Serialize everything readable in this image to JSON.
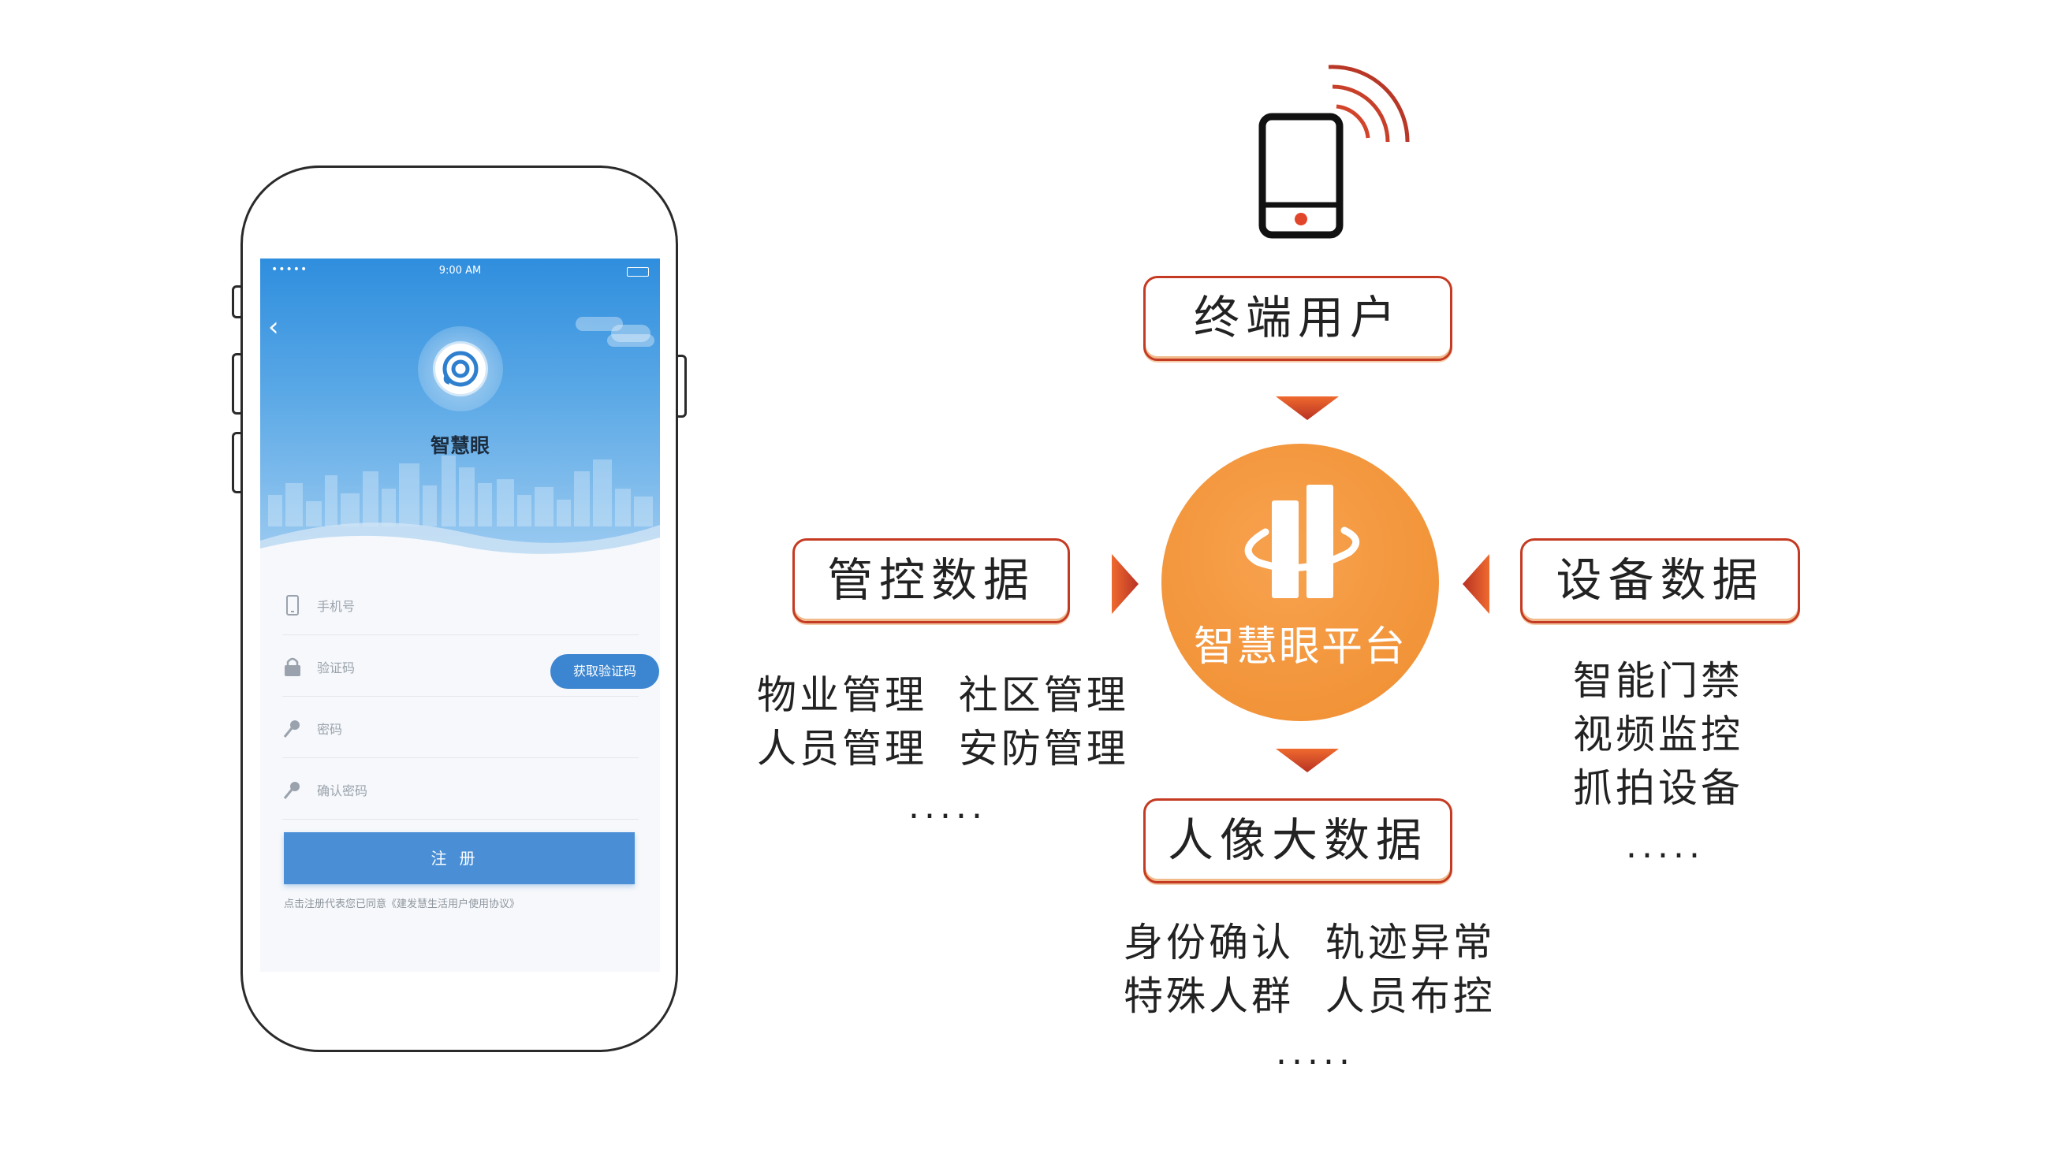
{
  "phone": {
    "status_time": "9:00 AM",
    "status_dots": "•••••",
    "app_name": "智慧眼",
    "fields": [
      {
        "placeholder": "手机号",
        "icon": "phone-icon"
      },
      {
        "placeholder": "验证码",
        "icon": "lock-icon"
      },
      {
        "placeholder": "密码",
        "icon": "key-icon"
      },
      {
        "placeholder": "确认密码",
        "icon": "key-icon"
      }
    ],
    "get_code_label": "获取验证码",
    "register_label": "注册",
    "agreement_text": "点击注册代表您已同意《建发慧生活用户使用协议》"
  },
  "diagram": {
    "top_box": "终端用户",
    "left_box": "管控数据",
    "right_box": "设备数据",
    "bottom_box": "人像大数据",
    "center_label": "智慧眼平台",
    "left_items": [
      "物业管理  社区管理",
      "人员管理  安防管理"
    ],
    "left_more": ".....",
    "right_items": [
      "智能门禁",
      "视频监控",
      "抓拍设备"
    ],
    "right_more": ".....",
    "bottom_items": [
      "身份确认  轨迹异常",
      "特殊人群  人员布控"
    ],
    "bottom_more": ".....",
    "colors": {
      "accent_red": "#c53a22",
      "center_orange": "#f29439",
      "phone_blue": "#4a8fd6"
    }
  }
}
